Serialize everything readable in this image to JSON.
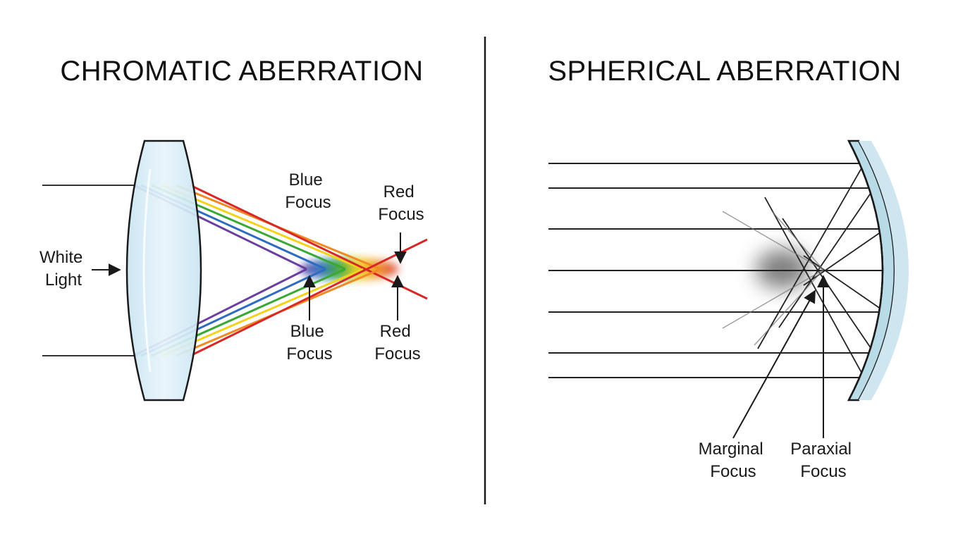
{
  "left_panel": {
    "title": "CHROMATIC ABERRATION",
    "labels": {
      "white_light": [
        "White",
        "Light"
      ],
      "blue_focus_top": [
        "Blue",
        "Focus"
      ],
      "red_focus_top": [
        "Red",
        "Focus"
      ],
      "blue_focus_bottom": [
        "Blue",
        "Focus"
      ],
      "red_focus_bottom": [
        "Red",
        "Focus"
      ]
    }
  },
  "right_panel": {
    "title": "SPHERICAL ABERRATION",
    "labels": {
      "marginal_focus": [
        "Marginal",
        "Focus"
      ],
      "paraxial_focus": [
        "Paraxial",
        "Focus"
      ]
    }
  },
  "colors": {
    "spectrum": [
      "#d62828",
      "#f08a24",
      "#f2d21c",
      "#3aa835",
      "#2d6cc0",
      "#6a3fa0"
    ],
    "lens_fill": "#dbeef7",
    "mirror_fill": "#b9dbe8",
    "line": "#1a1a1a"
  }
}
